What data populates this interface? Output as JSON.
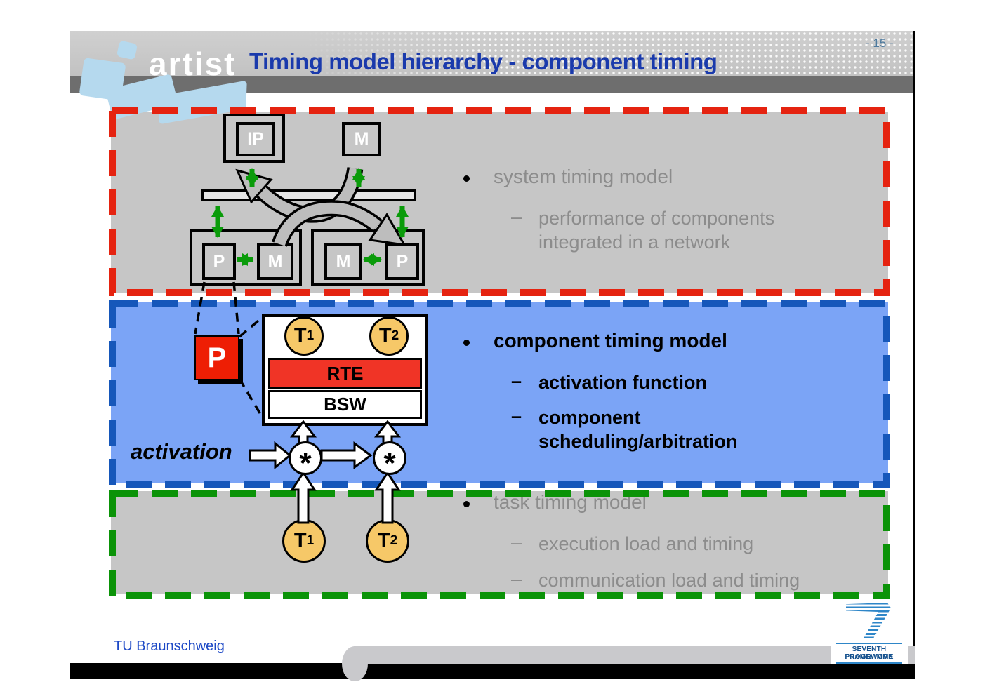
{
  "header": {
    "logo_text": "artist",
    "title": "Timing model hierarchy - component timing",
    "page_number": "- 15 -"
  },
  "bullets": {
    "dash": "–",
    "dot": "•"
  },
  "system_section": {
    "bullet": "system timing model",
    "sub_bullet": "performance of components\nintegrated in a network",
    "diagram": {
      "ip": "IP",
      "m_top": "M",
      "p_left": "P",
      "m_left": "M",
      "m_right": "M",
      "p_right": "P"
    }
  },
  "component_section": {
    "bullet": "component timing model",
    "sub_bullet_1": "activation function",
    "sub_bullet_2": "component\nscheduling/arbitration",
    "p": "P",
    "rte": "RTE",
    "bsw": "BSW",
    "activation": "activation",
    "asterisk": "*",
    "t1": {
      "t": "T",
      "s": "1"
    },
    "t2": {
      "t": "T",
      "s": "2"
    }
  },
  "task_section": {
    "bullet": "task timing model",
    "sub_bullet_1": "execution load and timing",
    "sub_bullet_2": "communication load and timing",
    "t1": {
      "t": "T",
      "s": "1"
    },
    "t2": {
      "t": "T",
      "s": "2"
    }
  },
  "footer": {
    "institution": "TU Braunschweig",
    "fp7_line1": "SEVENTH FRAMEWORK",
    "fp7_line2": "PROGRAMME"
  },
  "colors": {
    "title_blue": "#1a3aac",
    "system_border_red": "#e52310",
    "component_border_blue": "#1657ba",
    "component_fill_blue": "#7ba4f6",
    "task_border_green": "#0b9308",
    "section_gray": "#c6c6c6",
    "accent_red": "#ee1e04",
    "task_circle_tan": "#f6c868",
    "arrow_green": "#0a9b0a",
    "logo_blue": "#b5d9ee"
  }
}
